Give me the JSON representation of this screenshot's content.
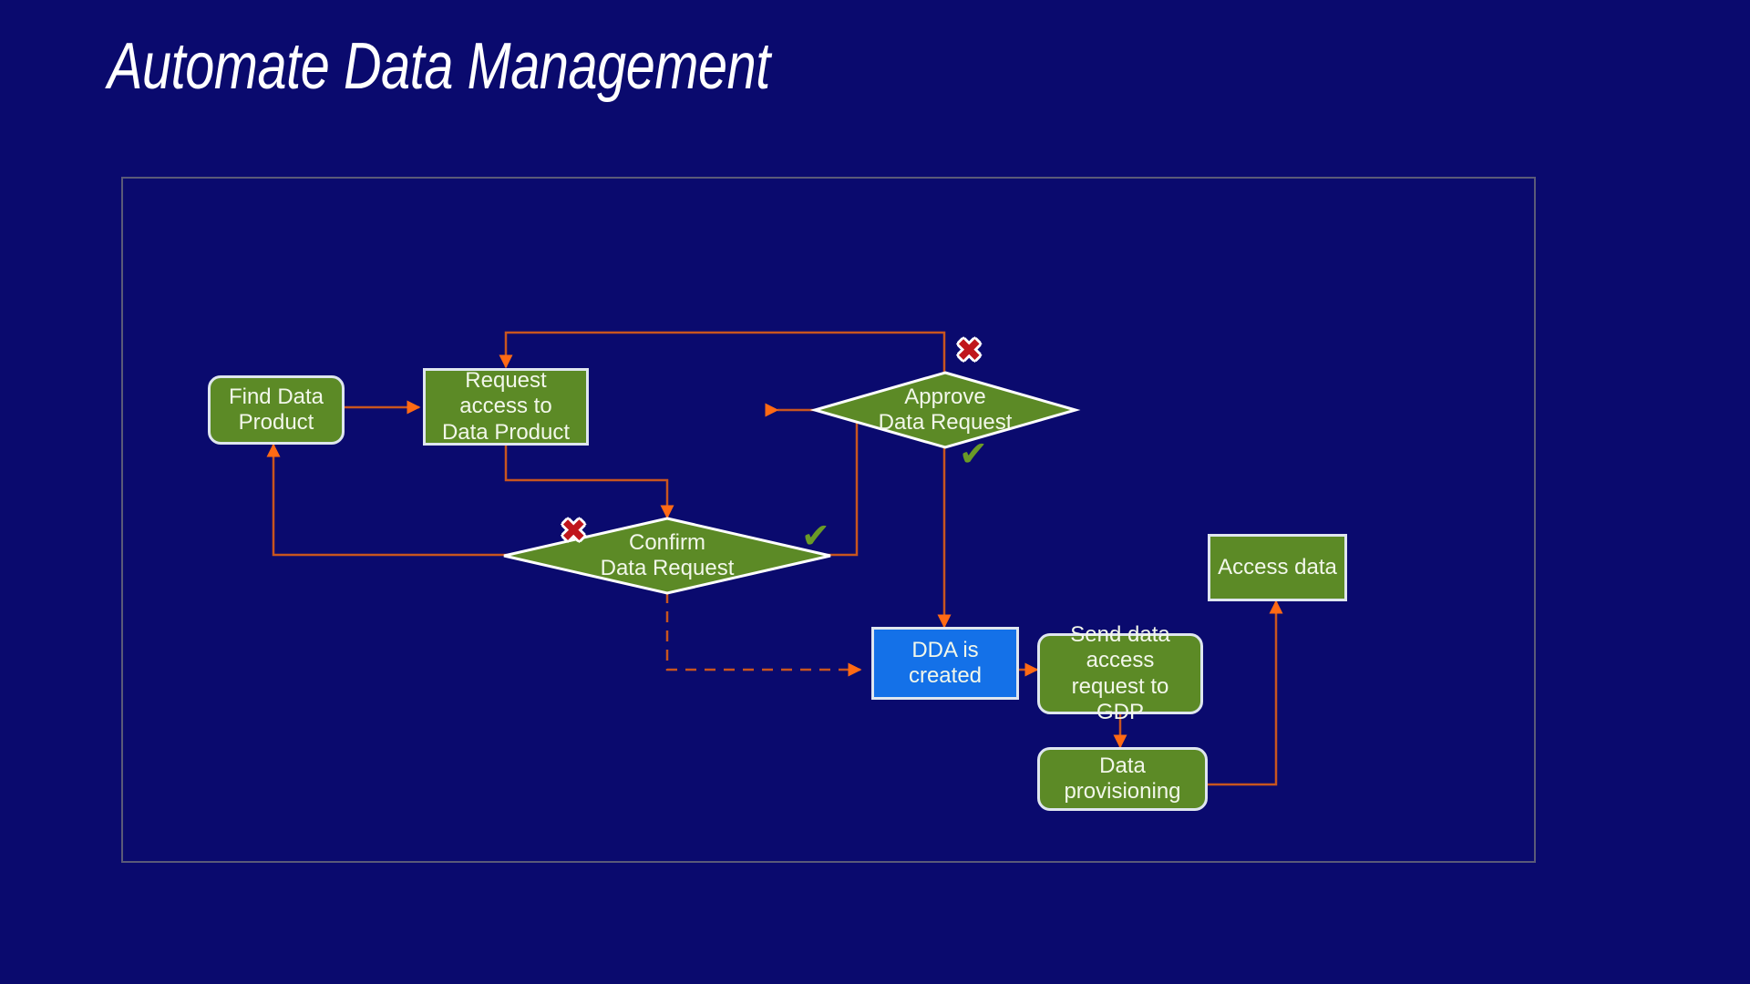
{
  "slide": {
    "title": "Automate Data Management",
    "background_color": "#0a0a6e",
    "frame_border_color": "#5a5a78"
  },
  "palette": {
    "green": "#5c8a26",
    "blue": "#1471e8",
    "connector": "#c8551f",
    "arrow": "#ff6a14",
    "node_border": "#dfe6ef",
    "text": "#f2f7ea",
    "cross_red": "#c0161c",
    "check_green": "#6a9a27"
  },
  "diagram": {
    "nodes": [
      {
        "id": "find-data-product",
        "label": "Find Data\nProduct",
        "shape": "rounded-rect",
        "color": "#5c8a26"
      },
      {
        "id": "request-access",
        "label": "Request access to\nData Product",
        "shape": "rect",
        "color": "#5c8a26"
      },
      {
        "id": "approve-data-request",
        "label": "Approve\nData Request",
        "shape": "diamond",
        "color": "#5c8a26"
      },
      {
        "id": "confirm-data-request",
        "label": "Confirm\nData Request",
        "shape": "diamond",
        "color": "#5c8a26"
      },
      {
        "id": "dda-is-created",
        "label": "DDA is created",
        "shape": "rect",
        "color": "#1471e8"
      },
      {
        "id": "send-data-access",
        "label": "Send data access\nrequest to GDP",
        "shape": "rounded-rect",
        "color": "#5c8a26"
      },
      {
        "id": "data-provisioning",
        "label": "Data provisioning",
        "shape": "rounded-rect",
        "color": "#5c8a26"
      },
      {
        "id": "access-data",
        "label": "Access  data",
        "shape": "rect",
        "color": "#5c8a26"
      }
    ],
    "marks": [
      {
        "id": "approve-reject-mark",
        "glyph": "✖",
        "type": "cross",
        "near": "approve-data-request"
      },
      {
        "id": "approve-accept-mark",
        "glyph": "✔",
        "type": "check",
        "near": "approve-data-request"
      },
      {
        "id": "confirm-reject-mark",
        "glyph": "✖",
        "type": "cross",
        "near": "confirm-data-request"
      },
      {
        "id": "confirm-accept-mark",
        "glyph": "✔",
        "type": "check",
        "near": "confirm-data-request"
      }
    ],
    "edges": [
      {
        "from": "find-data-product",
        "to": "request-access",
        "style": "solid"
      },
      {
        "from": "request-access",
        "to": "confirm-data-request",
        "style": "solid"
      },
      {
        "from": "confirm-data-request",
        "to": "find-data-product",
        "style": "solid",
        "branch": "reject"
      },
      {
        "from": "confirm-data-request",
        "to": "approve-data-request",
        "style": "solid",
        "branch": "accept"
      },
      {
        "from": "confirm-data-request",
        "to": "dda-is-created",
        "style": "dashed"
      },
      {
        "from": "approve-data-request",
        "to": "request-access",
        "style": "solid",
        "branch": "reject"
      },
      {
        "from": "approve-data-request",
        "to": "dda-is-created",
        "style": "solid",
        "branch": "accept"
      },
      {
        "from": "dda-is-created",
        "to": "send-data-access",
        "style": "solid"
      },
      {
        "from": "send-data-access",
        "to": "data-provisioning",
        "style": "solid"
      },
      {
        "from": "data-provisioning",
        "to": "access-data",
        "style": "solid"
      }
    ]
  }
}
